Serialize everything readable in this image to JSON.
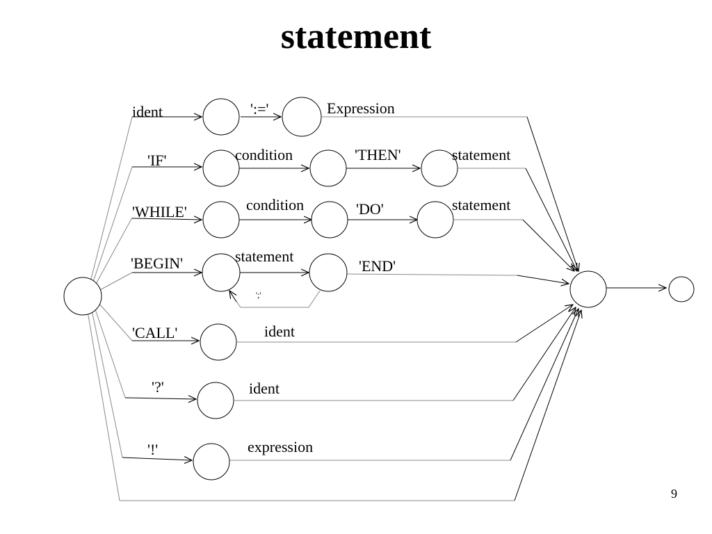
{
  "slide": {
    "title": "statement",
    "page_number": "9"
  },
  "diagram": {
    "type": "syntax-diagram",
    "rule": "statement",
    "branches": [
      {
        "id": "assign",
        "tokens": [
          "ident",
          "':='",
          "Expression"
        ]
      },
      {
        "id": "if",
        "tokens": [
          "'IF'",
          "condition",
          "'THEN'",
          "statement"
        ]
      },
      {
        "id": "while",
        "tokens": [
          "'WHILE'",
          "condition",
          "'DO'",
          "statement"
        ]
      },
      {
        "id": "begin",
        "tokens": [
          "'BEGIN'",
          "statement",
          "'END'"
        ],
        "loop_label": "';'"
      },
      {
        "id": "call",
        "tokens": [
          "'CALL'",
          "ident"
        ]
      },
      {
        "id": "read",
        "tokens": [
          "'?'",
          "ident"
        ]
      },
      {
        "id": "write",
        "tokens": [
          "'!'",
          "expression"
        ]
      },
      {
        "id": "empty",
        "tokens": []
      }
    ]
  }
}
